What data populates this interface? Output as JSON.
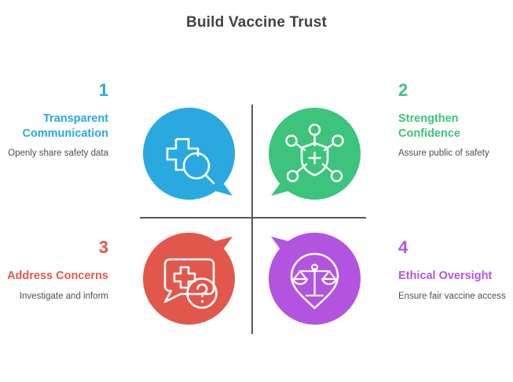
{
  "title": "Build Vaccine Trust",
  "colors": {
    "blue": "#29a9e0",
    "green": "#3cc47c",
    "red": "#e2574c",
    "purple": "#b254e0",
    "title_text": "#424242",
    "body_text": "#4f4f4f",
    "divider": "#595959",
    "background": "#ffffff"
  },
  "quadrants": [
    {
      "number": "1",
      "title": "Transparent Communication",
      "description": "Openly share safety data",
      "color": "#29a9e0",
      "icon": "cross-magnifier-speech-bubble-icon",
      "align": "right",
      "tail": "bottom-right"
    },
    {
      "number": "2",
      "title": "Strengthen Confidence",
      "description": "Assure public of safety",
      "color": "#3cc47c",
      "icon": "shield-network-speech-bubble-icon",
      "align": "left",
      "tail": "bottom-left"
    },
    {
      "number": "3",
      "title": "Address Concerns",
      "description": "Investigate and inform",
      "color": "#e2574c",
      "icon": "question-chat-cross-speech-bubble-icon",
      "align": "right",
      "tail": "top-right"
    },
    {
      "number": "4",
      "title": "Ethical Oversight",
      "description": "Ensure fair vaccine access",
      "color": "#b254e0",
      "icon": "scales-pin-speech-bubble-icon",
      "align": "left",
      "tail": "top-left"
    }
  ]
}
